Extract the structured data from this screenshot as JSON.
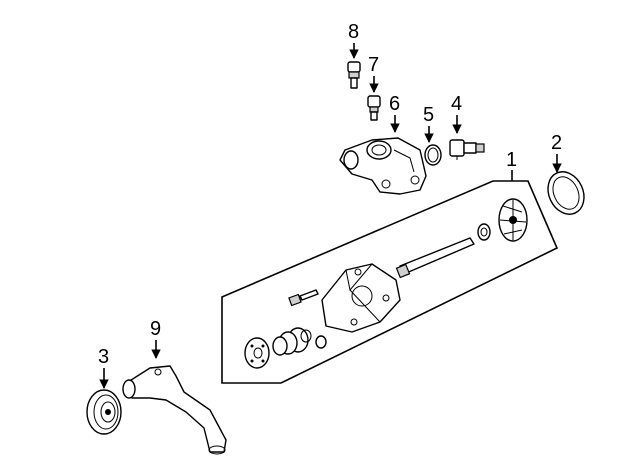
{
  "diagram": {
    "callouts": {
      "c1": "1",
      "c2": "2",
      "c3": "3",
      "c4": "4",
      "c5": "5",
      "c6": "6",
      "c7": "7",
      "c8": "8",
      "c9": "9"
    }
  }
}
